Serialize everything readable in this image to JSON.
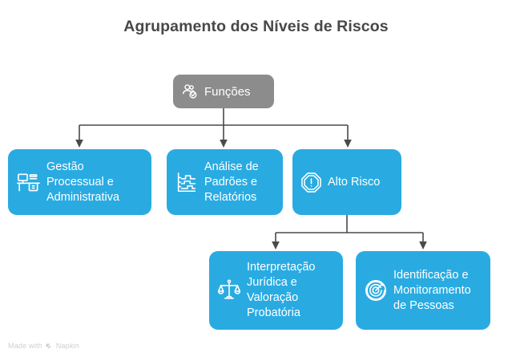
{
  "page": {
    "title": "Agrupamento dos Níveis de Riscos",
    "background_color": "#ffffff",
    "title_color": "#484848"
  },
  "colors": {
    "accent_blue": "#29abe2",
    "root_gray": "#8c8c8c",
    "connector": "#4a4a4a",
    "node_text": "#ffffff",
    "watermark": "#cfcfcf"
  },
  "diagram": {
    "type": "hierarchy-tree",
    "root": {
      "label": "Funções",
      "icon": "users-check-icon",
      "color": "#8c8c8c"
    },
    "level1": [
      {
        "label": "Gestão\nProcessual e\nAdministrativa",
        "icon": "desk-computer-icon",
        "color": "#29abe2"
      },
      {
        "label": "Análise de\nPadrões e\nRelatórios",
        "icon": "bar-chart-icon",
        "color": "#29abe2"
      },
      {
        "label": "Alto Risco",
        "icon": "alert-octagon-icon",
        "color": "#29abe2"
      }
    ],
    "level2": [
      {
        "label": "Interpretação\nJurídica e\nValoração\nProbatória",
        "icon": "scales-balance-icon",
        "color": "#29abe2"
      },
      {
        "label": "Identificação e\nMonitoramento\nde Pessoas",
        "icon": "target-radar-icon",
        "color": "#29abe2"
      }
    ]
  },
  "watermark": {
    "text": "Made with",
    "brand": "Napkin",
    "icon": "napkin-logo-icon"
  }
}
